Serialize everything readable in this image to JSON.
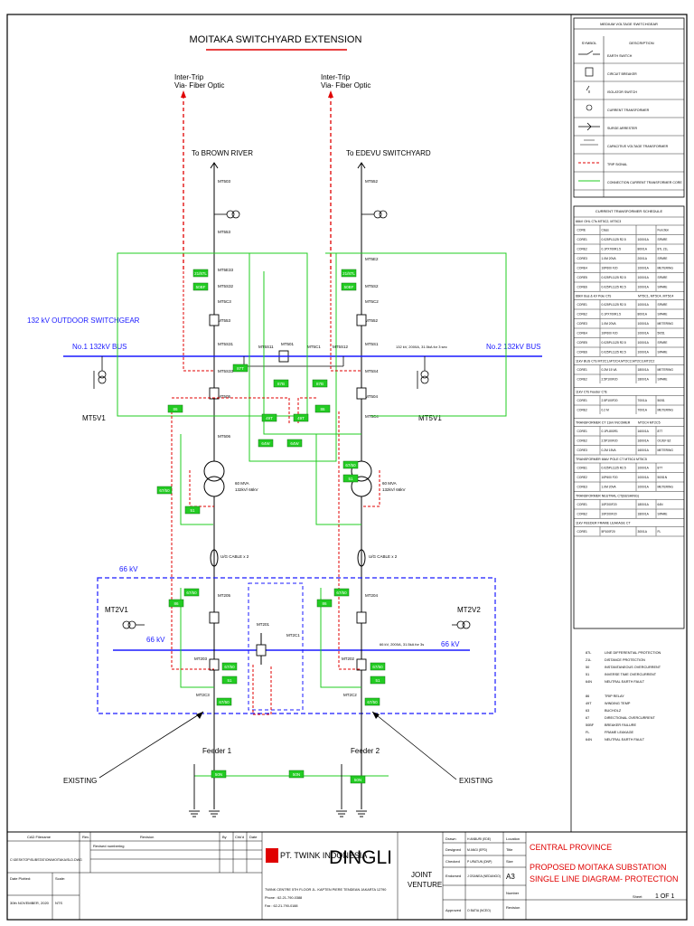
{
  "title": "MOITAKA SWITCHYARD EXTENSION",
  "intertrip": {
    "line1": "Inter-Trip",
    "line2": "Via- Fiber Optic"
  },
  "feeds": {
    "left": "To BROWN RIVER",
    "right": "To EDEVU SWITCHYARD"
  },
  "outdoor_label": "132 kV OUTDOOR SWITCHGEAR",
  "bus1": "No.1 132kV BUS",
  "bus2": "No.2 132kV BUS",
  "bus_rating": "132 kV, 2000A, 31.5kA for 3 sec",
  "bus66_rating": "66 kV, 2000A, 31.5kA for 3s",
  "kv66": "66 kV",
  "vt": {
    "mt5v1": "MT5V1",
    "mt2v1": "MT2V1",
    "mt2v2": "MT2V2"
  },
  "tx_rating": {
    "a": "60 MVA",
    "b": "132kV/ 66kV"
  },
  "cable": "U/G CABLE x 2",
  "feeder1": "Feeder 1",
  "feeder2": "Feeder 2",
  "existing": "EXISTING",
  "tags": {
    "mt503": "MT503",
    "mt553": "MT553",
    "mt5c3": "MT5C3",
    "mt5e33": "MT5E33",
    "mt5s32": "MT5S32",
    "mt5s31": "MT5S31",
    "mt5s33": "MT5S33",
    "mt505": "MT505",
    "mt506": "MT506",
    "mt552": "MT552",
    "mt5e2": "MT5E2",
    "mt5c2": "MT5C2",
    "mt5s2": "MT5S2",
    "mt5s1": "MT5S1",
    "mt5s4": "MT5S4",
    "mt504": "MT504",
    "mt5c4": "MT5C4",
    "mt5s11": "MT5S11",
    "mt501": "MT501",
    "mt5c1": "MT5C1",
    "mt5s12": "MT5S12",
    "mt205": "MT205",
    "mt204": "MT204",
    "mt2c1": "MT2C1",
    "mt201": "MT201",
    "mt203": "MT203",
    "mt202": "MT202",
    "mt2c3": "MT2C3",
    "mt2c2": "MT2C2"
  },
  "relays": [
    "21/87L",
    "50BF",
    "87T",
    "87B",
    "49T",
    "64W",
    "86",
    "67/50",
    "51",
    "50N"
  ],
  "legend": {
    "title": "MEDIUM VOLTAGE SWITCHGEAR",
    "col_symbol": "SYMBOL",
    "col_desc": "DESCRIPTION",
    "items": [
      "EARTH SWITCH",
      "CIRCUIT BREAKER",
      "ISOLATOR SWITCH",
      "CURRENT TRANSFORMER",
      "SURGE ARRESTER",
      "CAPACITIVE VOLTAGE TRANSFORMER",
      "TRIP SIGNAL",
      "CONNECTION CURRENT TRANSFORMER CORE"
    ]
  },
  "ct_schedule": {
    "title": "CURRENT TRANSFORMER SCHEDULE",
    "section1": "66kV OHL CTs  MT5C2, MT5C3",
    "headers": [
      "CORE",
      "Class",
      "",
      "Function"
    ],
    "rows1": [
      [
        "CORE1",
        "0.025PL1125 R2.5",
        "1000/1A",
        "SPARE"
      ],
      [
        "CORE2",
        "0.1PX700R1.5",
        "800/1A",
        "87L 21L"
      ],
      [
        "CORE3",
        "1.0M 20VA",
        "200/1A",
        "SPARE"
      ],
      [
        "CORE4",
        "10P600 F20",
        "1000/1A",
        "METERING"
      ],
      [
        "CORE5",
        "0.025PL1125 R2.5",
        "1000/1A",
        "SPARE"
      ],
      [
        "CORE6",
        "0.025PL1125 R2.5",
        "1000/1A",
        "SPARE"
      ]
    ],
    "section2": "66kV Bus & kV Pole CTs",
    "section2b": "MT5C1, MT5C4, MT5C4",
    "rows2": [
      [
        "CORE1",
        "0.025PL1125 R2.5",
        "1000/1A",
        "SPARE"
      ],
      [
        "CORE2",
        "0.1PX700R1.5",
        "800/1A",
        "SPARE"
      ],
      [
        "CORE3",
        "1.0M 20VA",
        "1000/1A",
        "METERING"
      ],
      [
        "CORE4",
        "10P600 F20",
        "1000/1A",
        "50/51"
      ],
      [
        "CORE5",
        "0.025PL1125 R2.5",
        "1000/1A",
        "SPARE"
      ],
      [
        "CORE6",
        "0.025PL1125 R2.5",
        "1000/1A",
        "SPARE"
      ]
    ],
    "section3": "11kV BUS CTs  MT2C1,MT2C4,MT2C2,MT2C3,MT2C2",
    "rows3": [
      [
        "CORE1",
        "0.2M 15 VA",
        "1800/1A",
        "METERING"
      ],
      [
        "CORE2",
        "2.5P100F20",
        "1800/1A",
        "SPARE"
      ]
    ],
    "section4": "11kV CTs Feeder CTs",
    "rows4": [
      [
        "CORE1",
        "2.5P100F20",
        "700/1A",
        "50/51"
      ],
      [
        "CORE2",
        "0.2 M",
        "700/1A",
        "METERING"
      ]
    ],
    "section5": "TRANSFORMER CT 11kV INCOMER",
    "section5b": "MT2C4 MT2C5",
    "rows5": [
      [
        "CORE1",
        "0.1PL800R1",
        "1600/1A",
        "87T"
      ],
      [
        "CORE2",
        "2.5P100F20",
        "1600/1A",
        "OC/EF 8Z"
      ],
      [
        "CORE3",
        "0.2M 15VA",
        "1600/1A",
        "METERING"
      ]
    ],
    "section6": "TRANSFORMER 66kV POLE CT  MT5C4  MT5C5",
    "rows6": [
      [
        "CORE1",
        "0.025PL1125 R2.5",
        "1000/1A",
        "87T"
      ],
      [
        "CORE2",
        "10P600 F20",
        "1000/1A",
        "50/51N"
      ],
      [
        "CORE3",
        "1.0M 20VA",
        "1000/1A",
        "METERING"
      ]
    ],
    "section7": "TRANSFORMER NEUTRAL CT(BUSHING)",
    "rows7": [
      [
        "CORE1",
        "10P200F20",
        "1800/1A",
        "64N"
      ],
      [
        "CORE2",
        "10P200F20",
        "1800/1A",
        "SPARE"
      ]
    ],
    "section8": "11kV FEEDER FRAME LEAKAGE CT",
    "rows8": [
      [
        "CORE1",
        "5P100F20",
        "300/1A",
        "FL"
      ]
    ]
  },
  "abbrev": [
    [
      "87L",
      "LINE DIFFERENTIAL PROTECTION"
    ],
    [
      "21L",
      "DISTANCE PROTECTION"
    ],
    [
      "50",
      "INSTANTANEOUS OVERCURRENT"
    ],
    [
      "51",
      "INVERSE TIME OVERCURRENT"
    ],
    [
      "64N",
      "NEUTRAL EARTH FAULT"
    ],
    [
      "",
      ""
    ],
    [
      "86",
      "TRIP RELAY"
    ],
    [
      "49T",
      "WINDING TEMP"
    ],
    [
      "63",
      "BUCHOLZ"
    ],
    [
      "67",
      "DIRECTIONAL OVERCURRENT"
    ],
    [
      "50BF",
      "BREAKER FAILURE"
    ],
    [
      "FL",
      "FRAME LEAKAGE"
    ],
    [
      "64N",
      "NEUTRAL EARTH FAULT"
    ]
  ],
  "titleblock": {
    "cad_label": "CAD Filename",
    "cad_value": "C:\\DESKTOP\\SUBSTATION\\MOITAKA\\SLD.DWG",
    "rev_label": "Rev.",
    "revision_label": "Revision",
    "by_label": "By",
    "chkd_label": "Chk'd",
    "date_label": "Date",
    "revision_text": "Revised numbering",
    "date_plotted_label": "Date Plotted:",
    "date_plotted": "30th NOVEMBER, 2020",
    "scale_label": "Scale:",
    "scale": "NTS",
    "company": "PT. TWINK INDONESIA",
    "company_address": "TWINK CENTRE 5TH FLOOR JL. KAPTEN PIERE TENDEAN JAKARTA 12790",
    "company_phone": "Phone : 62-21-790-0388",
    "company_fax": "Fax : 62-21-790-0188",
    "dingli": "DINGLI",
    "jv1": "JOINT",
    "jv2": "VENTURE",
    "drawn_label": "Drawn",
    "drawn": "H ANBURI (EDE)",
    "designed_label": "Designed",
    "designed": "M ANGI (EPD)",
    "checked_label": "Checked",
    "checked": "P URATUN (DNP)",
    "endorsed_label": "Endorsed",
    "endorsed": "J OSANEA (NEDANGO)",
    "approved_label": "Approved",
    "approved": "O BATIA (NCEO)",
    "location_label": "Location",
    "location": "CENTRAL PROVINCE",
    "title_label": "Title",
    "title1": "PROPOSED MOITAKA SUBSTATION",
    "title2": "SINGLE LINE DIAGRAM- PROTECTION",
    "size_label": "Size",
    "size": "A3",
    "number_label": "Number",
    "revision2_label": "Revision",
    "sheet_label": "Sheet",
    "sheet": "1 OF 1"
  }
}
